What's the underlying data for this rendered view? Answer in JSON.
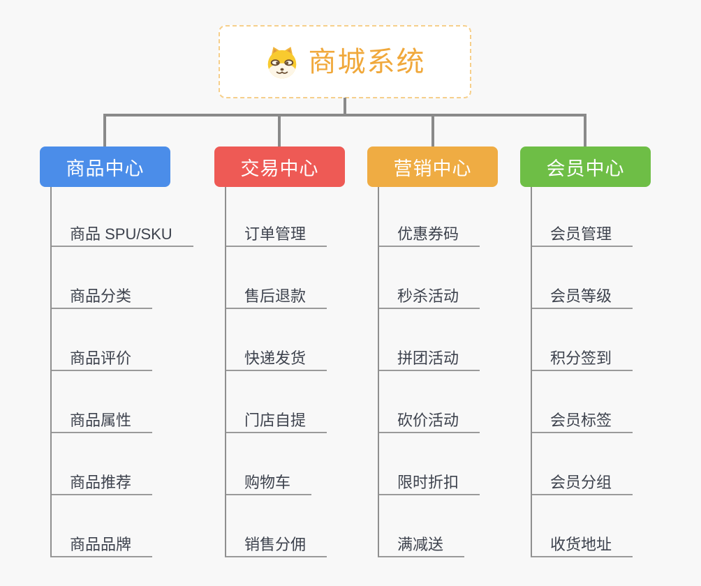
{
  "root": {
    "title": "商城系统",
    "icon": "doge-dog-icon"
  },
  "colors": {
    "background": "#f8f8f8",
    "root_title": "#f0a83b",
    "root_border_dashed": "#f6cf8b",
    "connector_gray": "#8a8a8a",
    "item_underline_gray": "#9a9a9a",
    "item_text": "#3d424d",
    "branch_blue": "#4b8de9",
    "branch_red": "#ee5a55",
    "branch_orange": "#efac43",
    "branch_green": "#6ebe46"
  },
  "branches": [
    {
      "label": "商品中心",
      "color": "#4b8de9",
      "items": [
        "商品 SPU/SKU",
        "商品分类",
        "商品评价",
        "商品属性",
        "商品推荐",
        "商品品牌"
      ]
    },
    {
      "label": "交易中心",
      "color": "#ee5a55",
      "items": [
        "订单管理",
        "售后退款",
        "快递发货",
        "门店自提",
        "购物车",
        "销售分佣"
      ]
    },
    {
      "label": "营销中心",
      "color": "#efac43",
      "items": [
        "优惠券码",
        "秒杀活动",
        "拼团活动",
        "砍价活动",
        "限时折扣",
        "满减送"
      ]
    },
    {
      "label": "会员中心",
      "color": "#6ebe46",
      "items": [
        "会员管理",
        "会员等级",
        "积分签到",
        "会员标签",
        "会员分组",
        "收货地址"
      ]
    }
  ]
}
